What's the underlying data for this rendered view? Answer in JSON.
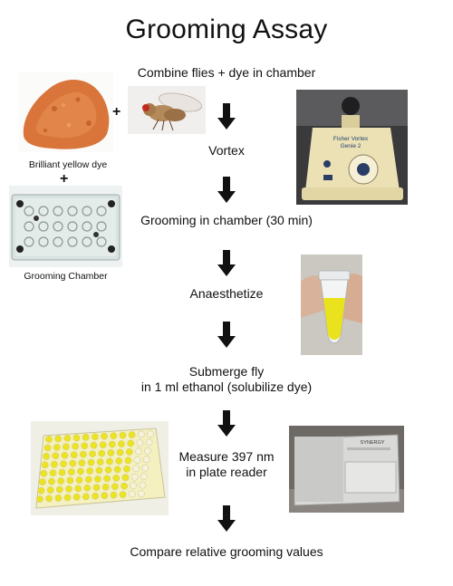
{
  "title": "Grooming Assay",
  "steps": {
    "combine": "Combine flies + dye in chamber",
    "vortex": "Vortex",
    "grooming": "Grooming in chamber (30 min)",
    "anaesthetize": "Anaesthetize",
    "submerge_line1": "Submerge fly",
    "submerge_line2": "in 1 ml ethanol (solubilize dye)",
    "measure_line1": "Measure 397 nm",
    "measure_line2": "in plate reader",
    "compare": "Compare relative grooming values"
  },
  "captions": {
    "dye": "Brilliant yellow dye",
    "chamber": "Grooming Chamber"
  },
  "plus_signs": [
    "+",
    "+"
  ],
  "device_labels": {
    "vortex_brand_line1": "Fisher Vortex",
    "vortex_brand_line2": "Genie 2",
    "reader_brand": "SYNERGY"
  },
  "colors": {
    "arrow": "#111111",
    "dye": "#d9753a",
    "yellow_liquid": "#e9e21c"
  }
}
